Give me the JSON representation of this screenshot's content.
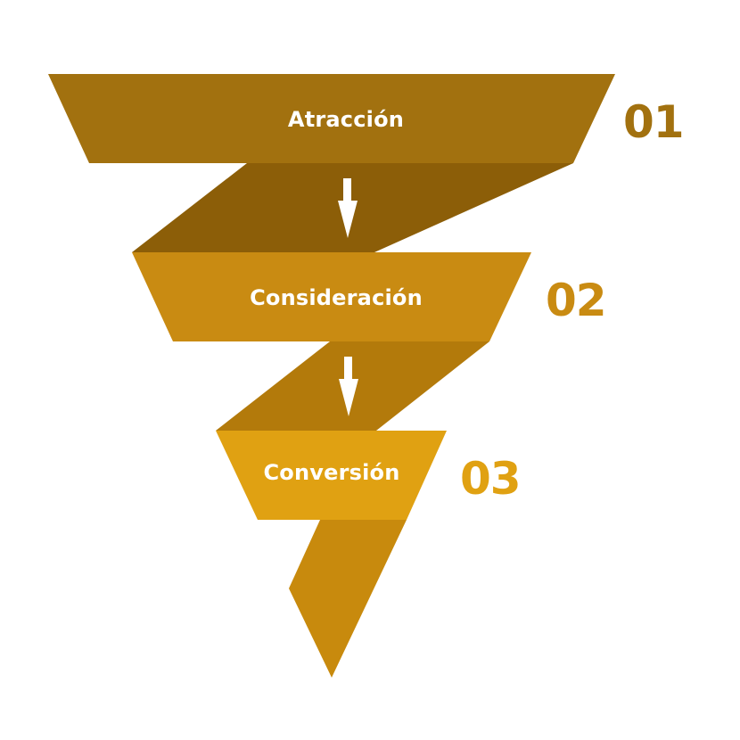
{
  "diagram": {
    "type": "funnel",
    "stages": [
      {
        "number": "01",
        "label": "Atracción",
        "color": "#A2710F",
        "number_color": "#A2710F"
      },
      {
        "number": "02",
        "label": "Consideración",
        "color": "#C98B12",
        "number_color": "#C98B12"
      },
      {
        "number": "03",
        "label": "Conversión",
        "color": "#E0A112",
        "number_color": "#E0A112"
      }
    ],
    "connectors": [
      {
        "from": "Atracción",
        "to": "Consideración",
        "color": "#8C5E08",
        "icon": "arrow-down-icon"
      },
      {
        "from": "Consideración",
        "to": "Conversión",
        "color": "#B37A0B",
        "icon": "arrow-down-icon"
      }
    ],
    "tail_color": "#C88A0D",
    "arrow_color": "#FFFFFF"
  }
}
